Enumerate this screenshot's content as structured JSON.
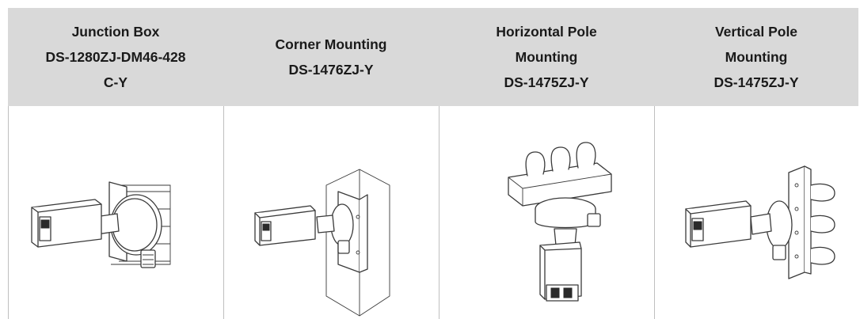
{
  "columns": [
    {
      "lines": [
        "Junction Box",
        "DS-1280ZJ-DM46-428",
        "C-Y"
      ],
      "image_icon": "junction-box-mount-illustration"
    },
    {
      "lines": [
        "Corner Mounting",
        "DS-1476ZJ-Y"
      ],
      "image_icon": "corner-mount-illustration"
    },
    {
      "lines": [
        "Horizontal Pole",
        "Mounting",
        "DS-1475ZJ-Y"
      ],
      "image_icon": "horizontal-pole-mount-illustration"
    },
    {
      "lines": [
        "Vertical Pole",
        "Mounting",
        "DS-1475ZJ-Y"
      ],
      "image_icon": "vertical-pole-mount-illustration"
    }
  ],
  "colors": {
    "header_bg": "#d9d9d9",
    "divider": "#bfbfbf",
    "line_art": "#3a3a3a"
  }
}
